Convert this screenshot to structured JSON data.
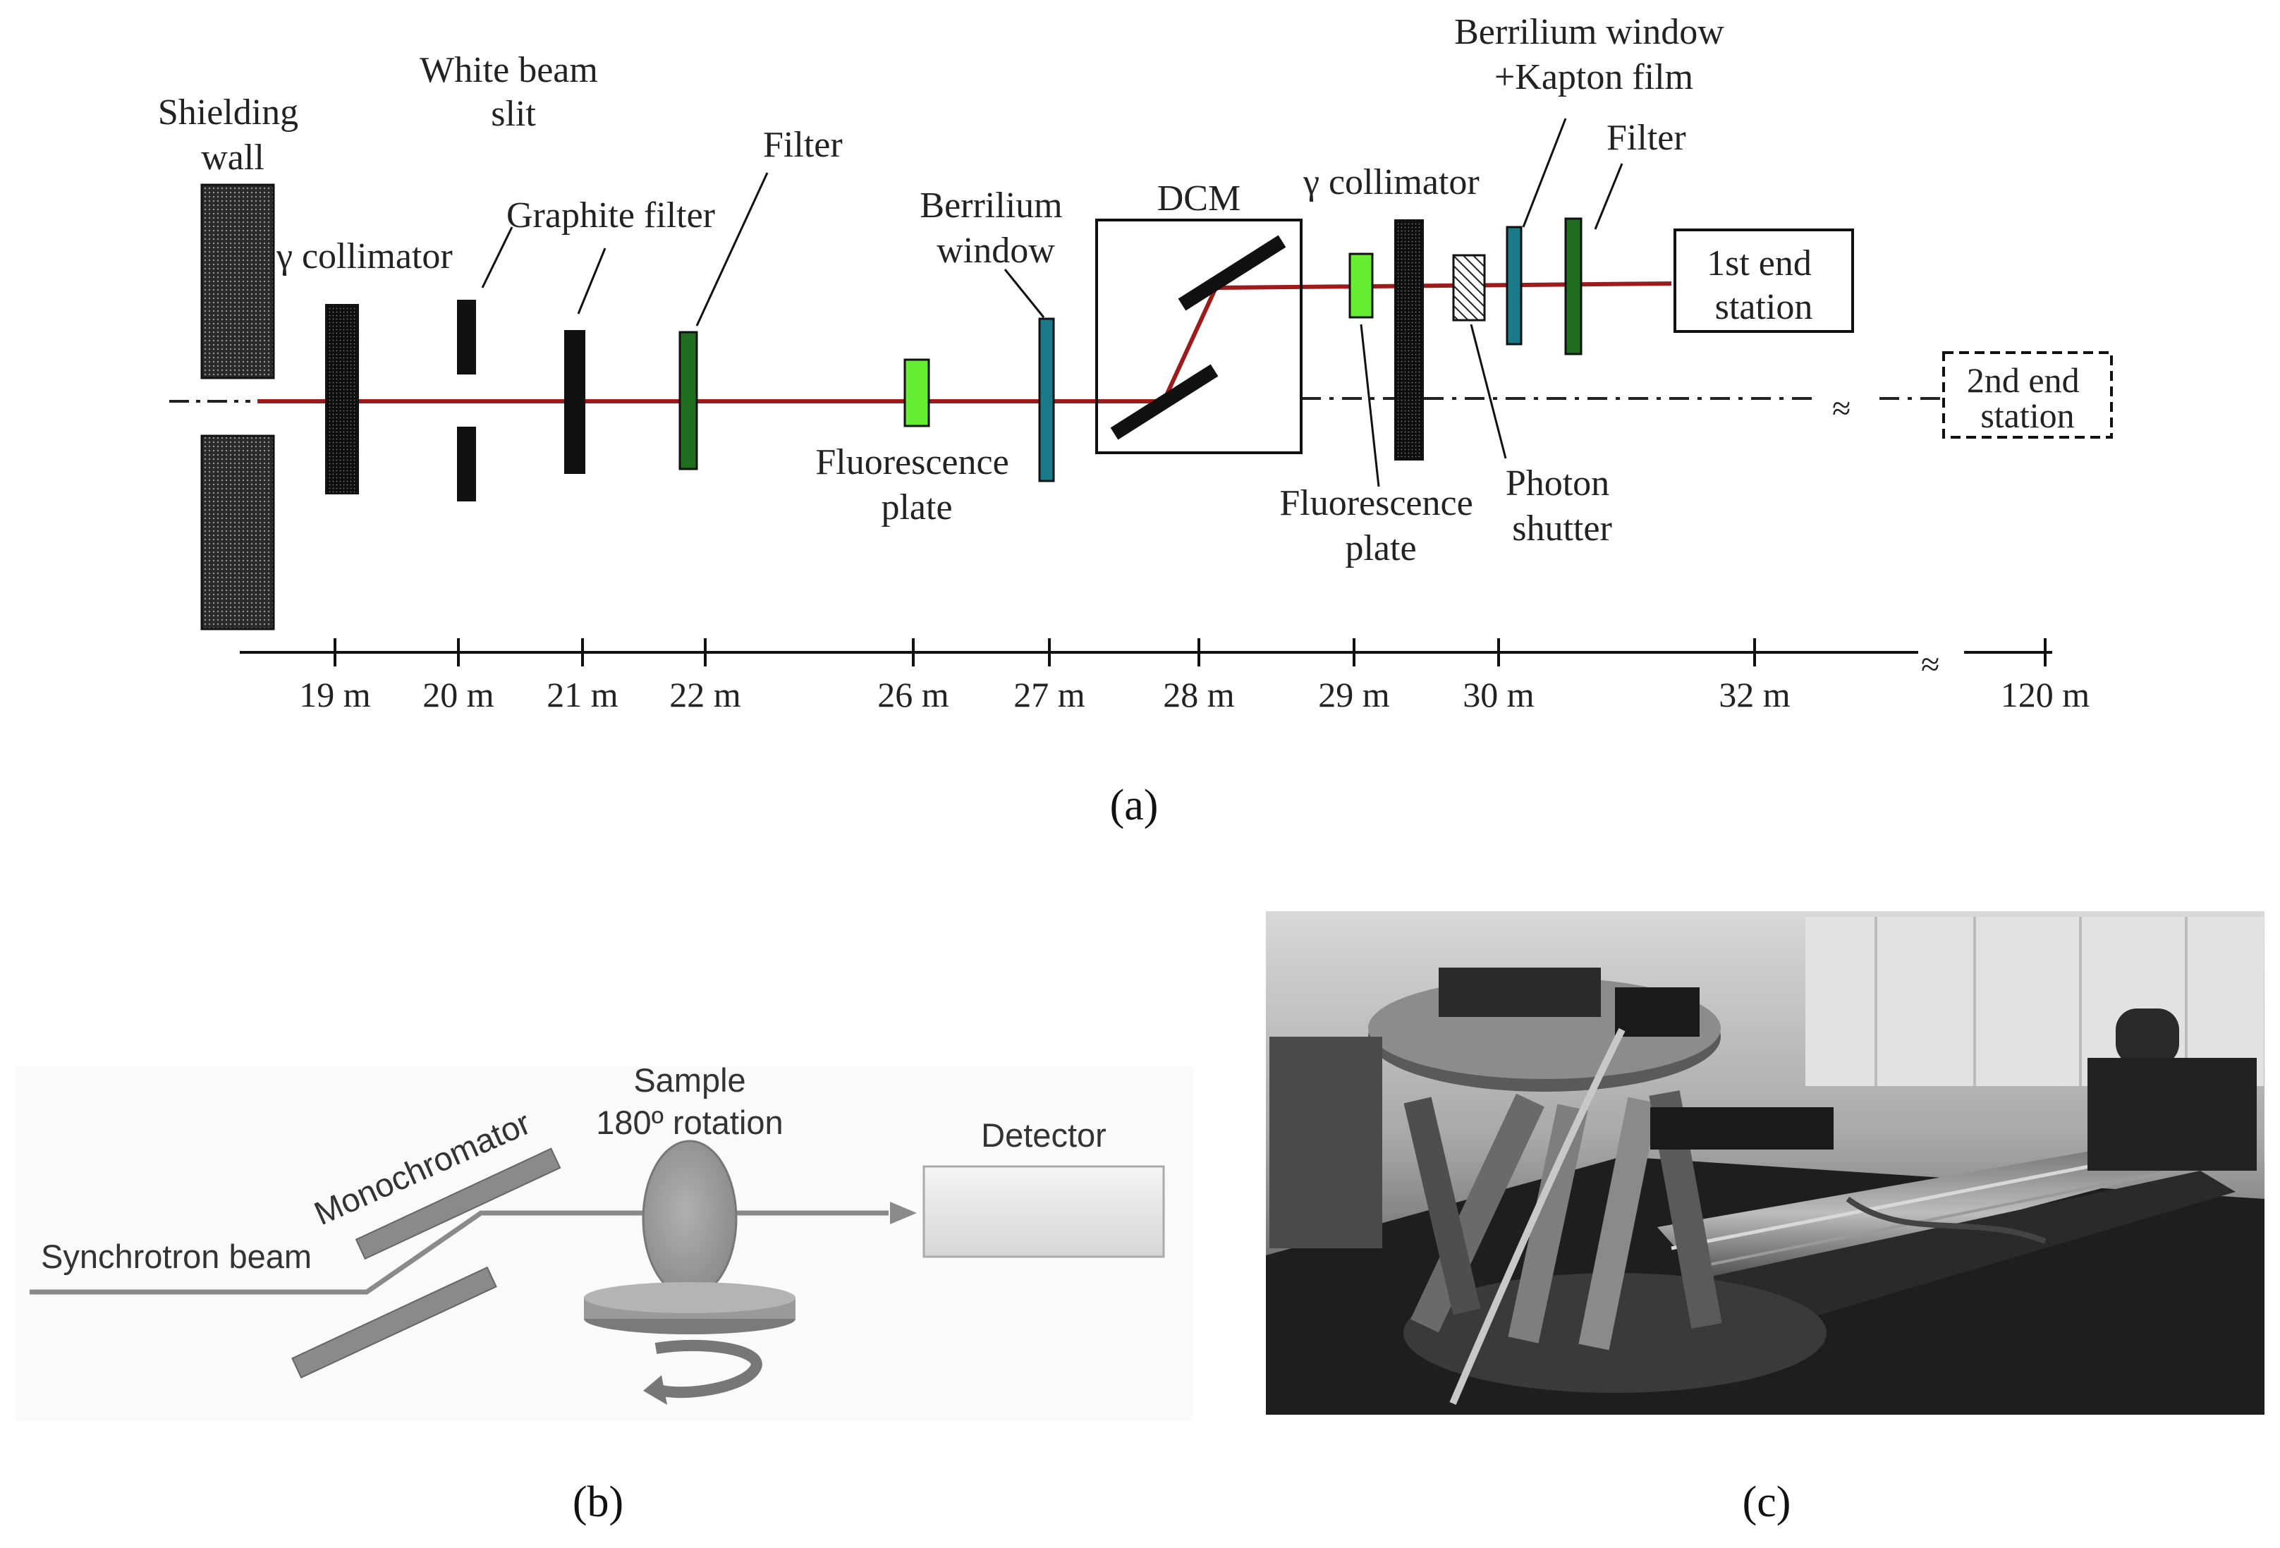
{
  "panel_a": {
    "labels": {
      "shielding_wall": [
        "Shielding",
        "wall"
      ],
      "gamma_collimator_1": "γ collimator",
      "white_beam_slit": [
        "White beam",
        "slit"
      ],
      "graphite_filter": "Graphite filter",
      "filter_1": "Filter",
      "berrilium_window_1": [
        "Berrilium",
        "window"
      ],
      "fluorescence_plate_1": [
        "Fluorescence",
        "plate"
      ],
      "dcm": "DCM",
      "gamma_collimator_2": "γ collimator",
      "berrilium_kapton": [
        "Berrilium window",
        "+Kapton film"
      ],
      "filter_2": "Filter",
      "fluorescence_plate_2": [
        "Fluorescence",
        "plate"
      ],
      "photon_shutter": [
        "Photon",
        "shutter"
      ],
      "first_end_station": [
        "1st end",
        "station"
      ],
      "second_end_station": [
        "2nd end",
        "station"
      ]
    },
    "axis_ticks": [
      "19 m",
      "20 m",
      "21 m",
      "22 m",
      "26 m",
      "27 m",
      "28 m",
      "29 m",
      "30 m",
      "32 m",
      "120 m"
    ],
    "caption": "(a)"
  },
  "panel_b": {
    "labels": {
      "synchrotron_beam": "Synchrotron beam",
      "monochromator": "Monochromator",
      "sample": "Sample",
      "rotation": "180º rotation",
      "detector": "Detector"
    },
    "caption": "(b)"
  },
  "panel_c": {
    "caption": "(c)"
  },
  "colors": {
    "beam": "#9e1b1b",
    "fluorescence": "#66ee33",
    "berrilium": "#1a7a8a",
    "filter": "#1e6e1e"
  }
}
